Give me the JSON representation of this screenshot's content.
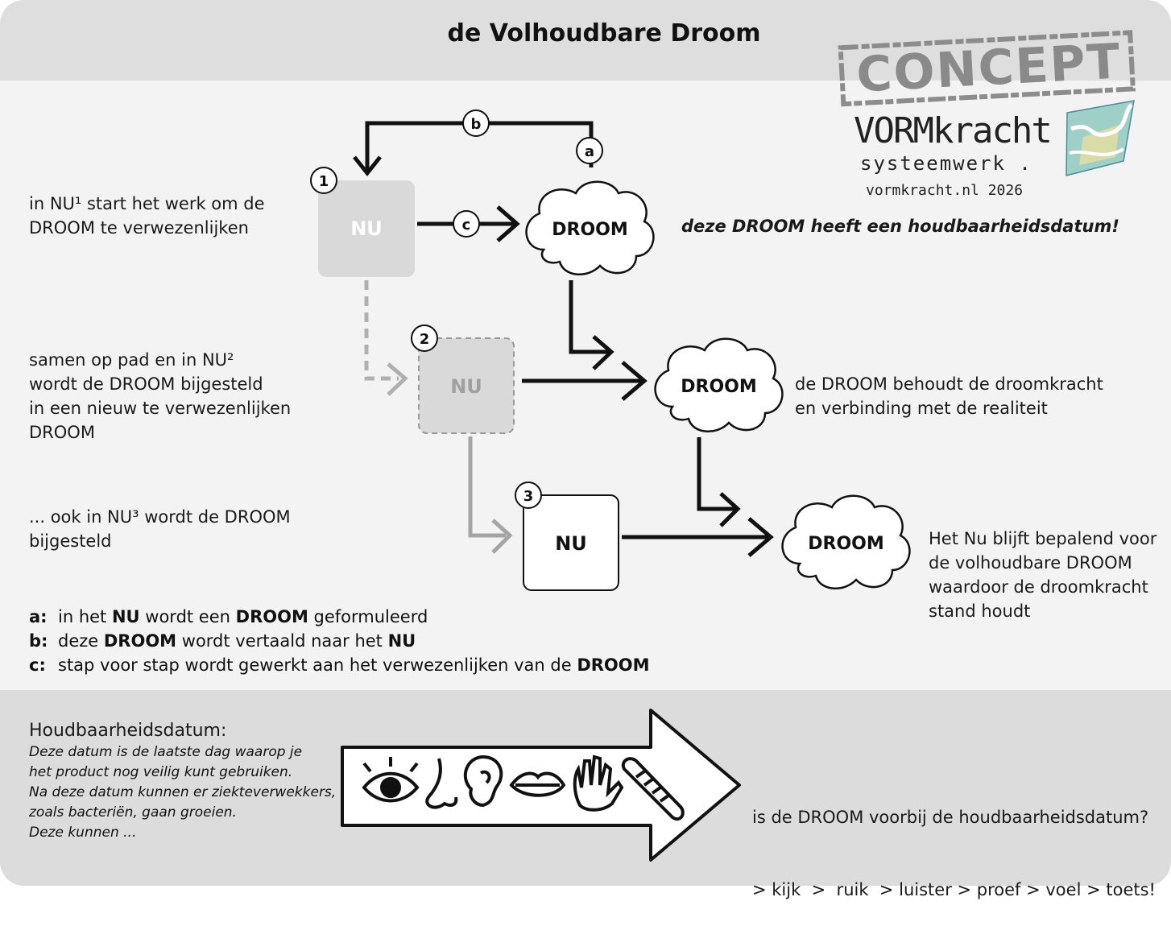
{
  "title": "de Volhoudbare Droom",
  "stamp": "CONCEPT",
  "brand": {
    "name_part1": "VORM",
    "name_part2": "kracht",
    "tagline": "systeemwerk .",
    "url": "vormkracht.nl 2026"
  },
  "steps": [
    {
      "num": "1",
      "box_label": "NU",
      "description": [
        "in NU¹ start het werk om de",
        "DROOM te verwezenlijken"
      ]
    },
    {
      "num": "2",
      "box_label": "NU",
      "description": [
        "samen op pad en in NU²",
        "wordt de DROOM bijgesteld",
        "in een nieuw te verwezenlijken",
        "DROOM"
      ]
    },
    {
      "num": "3",
      "box_label": "NU",
      "description": [
        "... ook in NU³ wordt de DROOM",
        "bijgesteld"
      ]
    }
  ],
  "clouds": [
    {
      "label": "DROOM",
      "note": [
        "deze DROOM heeft een houdbaarheidsdatum!"
      ]
    },
    {
      "label": "DROOM",
      "note": [
        "de DROOM behoudt de droomkracht",
        "en verbinding met de realiteit"
      ]
    },
    {
      "label": "DROOM",
      "note": [
        "Het Nu blijft bepalend voor",
        "de volhoudbare DROOM",
        "waardoor de droomkracht",
        "stand houdt"
      ]
    }
  ],
  "loop_markers": {
    "a": "a",
    "b": "b",
    "c": "c"
  },
  "legend": [
    {
      "key": "a:",
      "parts": [
        "in het ",
        "NU",
        " wordt een ",
        "DROOM",
        " geformuleerd"
      ]
    },
    {
      "key": "b:",
      "parts": [
        "deze ",
        "DROOM",
        " wordt vertaald naar het ",
        "NU",
        ""
      ]
    },
    {
      "key": "c:",
      "parts": [
        "stap voor stap wordt gewerkt aan het verwezenlijken van de ",
        "DROOM",
        "",
        "",
        ""
      ]
    }
  ],
  "footer": {
    "heading": "Houdbaarheidsdatum:",
    "definition": [
      "Deze datum is de laatste dag waarop je",
      "het product nog veilig kunt gebruiken.",
      "Na deze datum kunnen er ziekteverwekkers,",
      "zoals bacteriën, gaan groeien.",
      "Deze kunnen ..."
    ],
    "senses": [
      "eye-icon",
      "nose-icon",
      "ear-icon",
      "lips-icon",
      "hand-icon",
      "thermometer-icon"
    ],
    "question": "is de DROOM voorbij de houdbaarheidsdatum?",
    "actions": "> kijk  >  ruik  > luister > proef > voel > toets!"
  },
  "colors": {
    "header_bg": "#dedede",
    "panel_bg": "#f3f3f3",
    "footer_bg": "#dcdcdc",
    "faded": "#a9a9a9"
  }
}
